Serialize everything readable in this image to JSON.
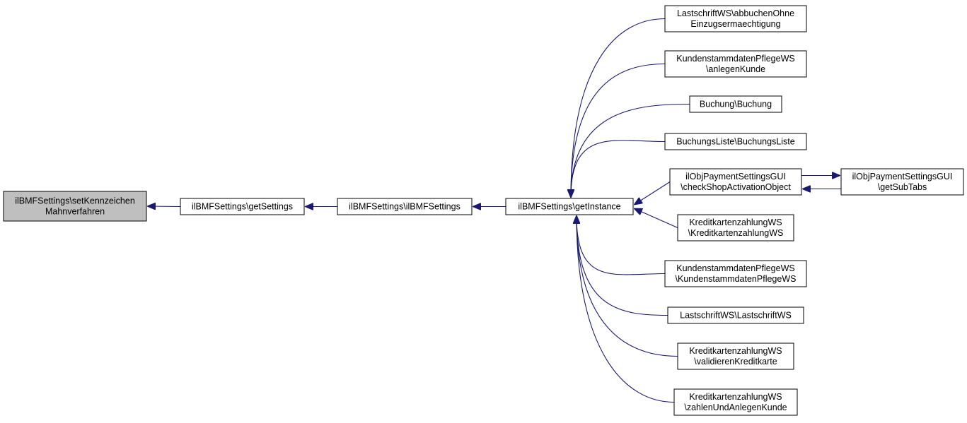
{
  "diagram": {
    "nodes": [
      {
        "id": "root",
        "lines": [
          "ilBMFSettings\\setKennzeichen",
          "Mahnverfahren"
        ],
        "highlighted": true
      },
      {
        "id": "getSettings",
        "lines": [
          "ilBMFSettings\\getSettings"
        ]
      },
      {
        "id": "ctor",
        "lines": [
          "ilBMFSettings\\ilBMFSettings"
        ]
      },
      {
        "id": "getInstance",
        "lines": [
          "ilBMFSettings\\getInstance"
        ]
      },
      {
        "id": "abbuchen",
        "lines": [
          "LastschriftWS\\abbuchenOhne",
          "Einzugsermaechtigung"
        ]
      },
      {
        "id": "anlegenKunde",
        "lines": [
          "KundenstammdatenPflegeWS",
          "\\anlegenKunde"
        ]
      },
      {
        "id": "buchung",
        "lines": [
          "Buchung\\Buchung"
        ]
      },
      {
        "id": "buchungsListe",
        "lines": [
          "BuchungsListe\\BuchungsListe"
        ]
      },
      {
        "id": "checkShop",
        "lines": [
          "ilObjPaymentSettingsGUI",
          "\\checkShopActivationObject"
        ]
      },
      {
        "id": "kreditCtor",
        "lines": [
          "KreditkartenzahlungWS",
          "\\KreditkartenzahlungWS"
        ]
      },
      {
        "id": "kundenCtor",
        "lines": [
          "KundenstammdatenPflegeWS",
          "\\KundenstammdatenPflegeWS"
        ]
      },
      {
        "id": "lastCtor",
        "lines": [
          "LastschriftWS\\LastschriftWS"
        ]
      },
      {
        "id": "validieren",
        "lines": [
          "KreditkartenzahlungWS",
          "\\validierenKreditkarte"
        ]
      },
      {
        "id": "zahlen",
        "lines": [
          "KreditkartenzahlungWS",
          "\\zahlenUndAnlegenKunde"
        ]
      },
      {
        "id": "getSubTabs",
        "lines": [
          "ilObjPaymentSettingsGUI",
          "\\getSubTabs"
        ]
      }
    ],
    "edges": [
      {
        "from": "getSettings",
        "to": "root"
      },
      {
        "from": "ctor",
        "to": "getSettings"
      },
      {
        "from": "getInstance",
        "to": "ctor"
      },
      {
        "from": "abbuchen",
        "to": "getInstance"
      },
      {
        "from": "anlegenKunde",
        "to": "getInstance"
      },
      {
        "from": "buchung",
        "to": "getInstance"
      },
      {
        "from": "buchungsListe",
        "to": "getInstance"
      },
      {
        "from": "checkShop",
        "to": "getInstance"
      },
      {
        "from": "kreditCtor",
        "to": "getInstance"
      },
      {
        "from": "kundenCtor",
        "to": "getInstance"
      },
      {
        "from": "lastCtor",
        "to": "getInstance"
      },
      {
        "from": "validieren",
        "to": "getInstance"
      },
      {
        "from": "zahlen",
        "to": "getInstance"
      },
      {
        "from": "getSubTabs",
        "to": "checkShop"
      },
      {
        "from": "checkShop",
        "to": "getSubTabs"
      }
    ],
    "colors": {
      "edge": "#191970",
      "node_border": "#000000",
      "node_fill": "#ffffff",
      "highlight_fill": "#bfbfbf"
    }
  }
}
